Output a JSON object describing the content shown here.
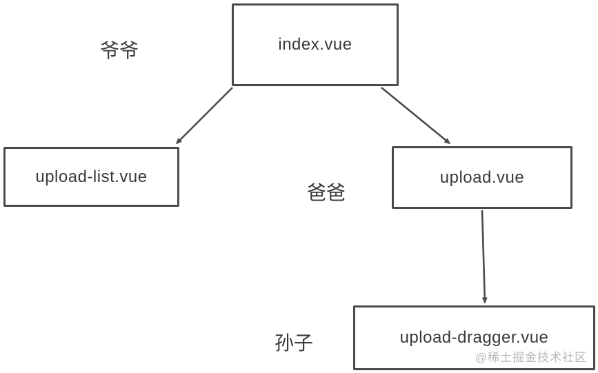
{
  "diagram": {
    "title_hint": "vue-upload-component-hierarchy",
    "nodes": [
      {
        "id": "index-vue",
        "label": "index.vue"
      },
      {
        "id": "upload-list-vue",
        "label": "upload-list.vue"
      },
      {
        "id": "upload-vue",
        "label": "upload.vue"
      },
      {
        "id": "upload-dragger-vue",
        "label": "upload-dragger.vue"
      }
    ],
    "generation_labels": [
      {
        "id": "grandfather",
        "text": "爷爷"
      },
      {
        "id": "father",
        "text": "爸爸"
      },
      {
        "id": "grandson",
        "text": "孙子"
      }
    ],
    "edges": [
      {
        "from": "index-vue",
        "to": "upload-list-vue"
      },
      {
        "from": "index-vue",
        "to": "upload-vue"
      },
      {
        "from": "upload-vue",
        "to": "upload-dragger-vue"
      }
    ],
    "colors": {
      "stroke": "#4a4a4a",
      "text": "#3a3a3a",
      "background": "#ffffff",
      "watermark": "#b9b9b9"
    }
  },
  "watermark": {
    "text": "@稀土掘金技术社区"
  }
}
